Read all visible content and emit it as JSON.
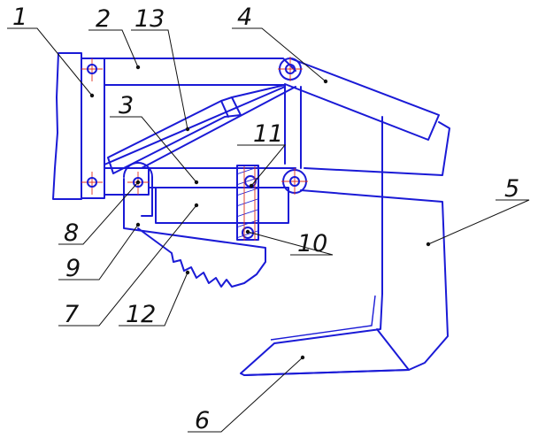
{
  "labels": {
    "n1": "1",
    "n2": "2",
    "n3": "3",
    "n4": "4",
    "n5": "5",
    "n6": "6",
    "n7": "7",
    "n8": "8",
    "n9": "9",
    "n10": "10",
    "n11": "11",
    "n12": "12",
    "n13": "13"
  },
  "colors": {
    "outline": "#1a1ad6",
    "centerline": "#e0321e",
    "leader": "#111111"
  }
}
